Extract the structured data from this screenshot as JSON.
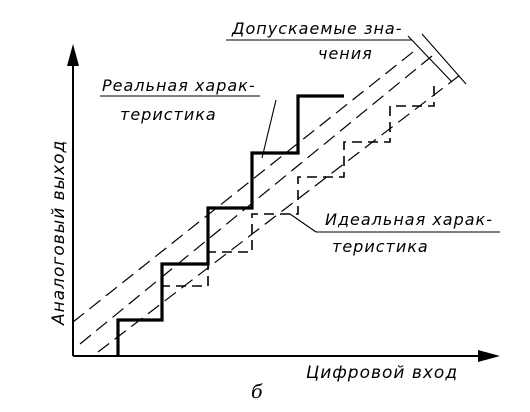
{
  "diagram": {
    "labels": {
      "tolerance_line1": "Допускаемые зна-",
      "tolerance_line2": "чения",
      "real_line1": "Реальная харак-",
      "real_line2": "теристика",
      "ideal_line1": "Идеальная харак-",
      "ideal_line2": "теристика",
      "y_axis": "Аналоговый выход",
      "x_axis": "Цифровой вход",
      "caption": "б"
    }
  }
}
